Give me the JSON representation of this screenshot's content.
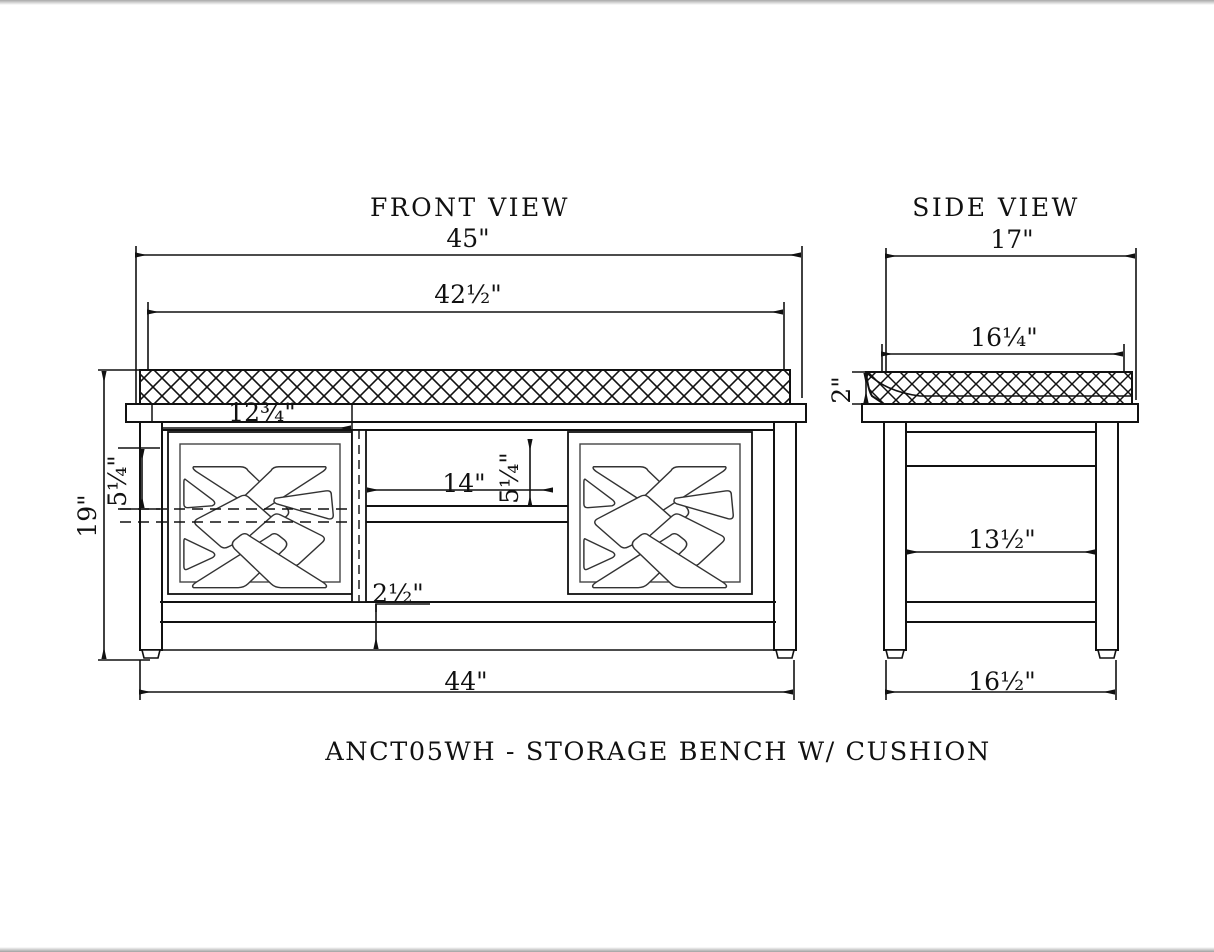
{
  "drawing": {
    "caption": "ANCT05WH - STORAGE BENCH W/ CUSHION",
    "line_color": "#111111",
    "background": "#ffffff"
  },
  "front_view": {
    "title": "FRONT VIEW",
    "dimensions": {
      "overall_width": "45\"",
      "cushion_width": "42½\"",
      "panel_width": "12¾\"",
      "panel_height": "5¼\"",
      "center_opening_width": "14\"",
      "center_opening_height": "5¼\"",
      "overall_height": "19\"",
      "rail_height": "2½\"",
      "base_width": "44\""
    }
  },
  "side_view": {
    "title": "SIDE VIEW",
    "dimensions": {
      "overall_depth": "17\"",
      "cushion_depth": "16¼\"",
      "cushion_thickness": "2\"",
      "inner_depth": "13½\"",
      "base_depth": "16½\""
    }
  },
  "labels": [
    {
      "id": "front-view-title",
      "text": "FRONT VIEW"
    },
    {
      "id": "side-view-title",
      "text": "SIDE VIEW"
    },
    {
      "id": "dim-45",
      "text": "45\""
    },
    {
      "id": "dim-42-half",
      "text": "42½\""
    },
    {
      "id": "dim-12-three-quarter",
      "text": "12¾\""
    },
    {
      "id": "dim-5-quarter-left",
      "text": "5¼\""
    },
    {
      "id": "dim-5-quarter-center",
      "text": "5¼\""
    },
    {
      "id": "dim-14",
      "text": "14\""
    },
    {
      "id": "dim-19",
      "text": "19\""
    },
    {
      "id": "dim-2-half",
      "text": "2½\""
    },
    {
      "id": "dim-44",
      "text": "44\""
    },
    {
      "id": "dim-17",
      "text": "17\""
    },
    {
      "id": "dim-16-quarter",
      "text": "16¼\""
    },
    {
      "id": "dim-2",
      "text": "2\""
    },
    {
      "id": "dim-13-half",
      "text": "13½\""
    },
    {
      "id": "dim-16-half",
      "text": "16½\""
    },
    {
      "id": "caption",
      "text": "ANCT05WH - STORAGE BENCH W/ CUSHION"
    }
  ]
}
